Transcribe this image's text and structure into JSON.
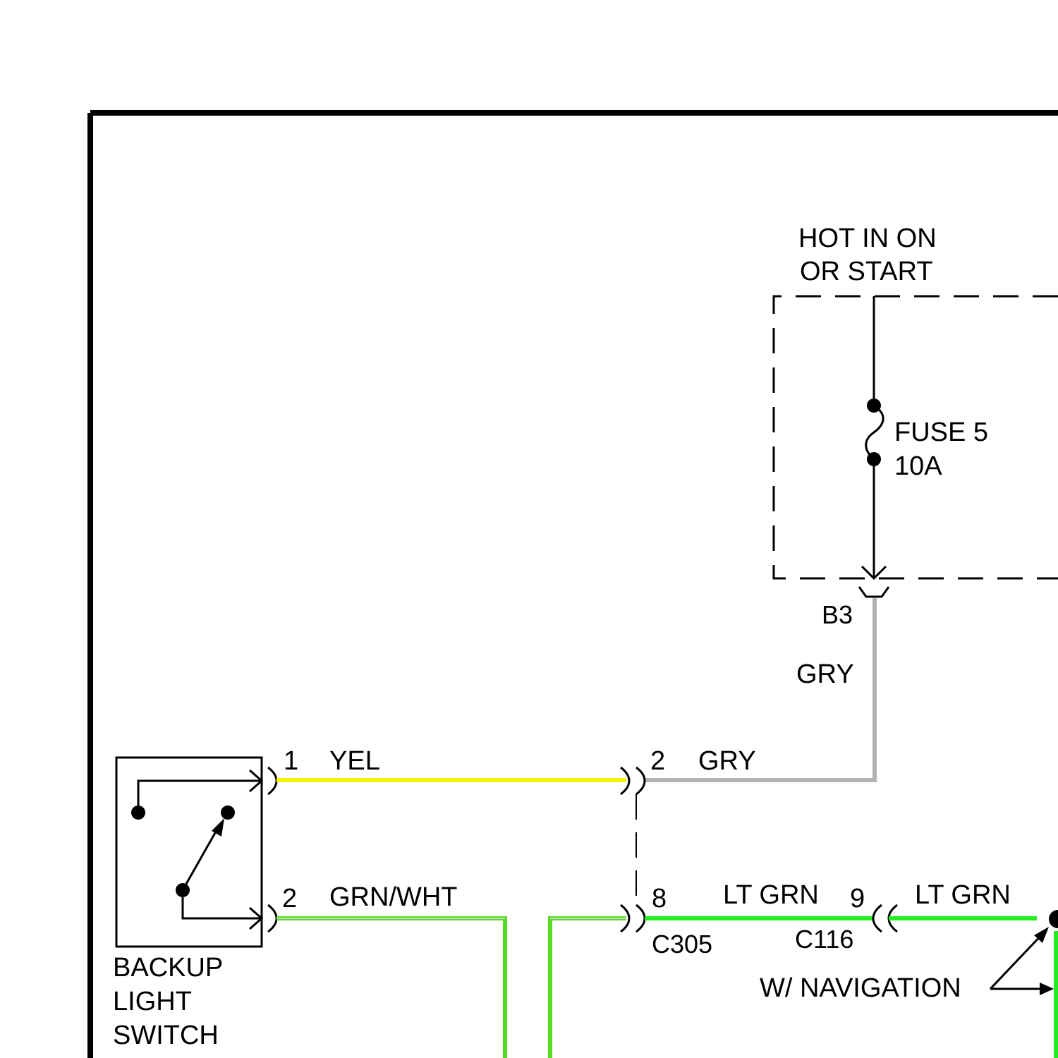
{
  "labels": {
    "power_source_line1": "HOT IN ON",
    "power_source_line2": "OR START",
    "fuse_name": "FUSE 5",
    "fuse_rating": "10A",
    "connector_b3": "B3",
    "wire_gry_vertical": "GRY",
    "switch_pin1": "1",
    "wire_yel": "YEL",
    "c305_pin2": "2",
    "wire_gry_horizontal": "GRY",
    "switch_pin2": "2",
    "wire_grn_wht": "GRN/WHT",
    "c305_pin8": "8",
    "wire_lt_grn_1": "LT GRN",
    "c116_pin9": "9",
    "wire_lt_grn_2": "LT GRN",
    "connector_c305": "C305",
    "connector_c116": "C116",
    "option_note": "W/ NAVIGATION",
    "switch_name_line1": "BACKUP",
    "switch_name_line2": "LIGHT",
    "switch_name_line3": "SWITCH"
  },
  "colors": {
    "frame": "#000000",
    "wire_yel": "#f5f500",
    "wire_gry": "#b3b3b3",
    "wire_grn": "#55dd22",
    "wire_lt_grn": "#22ee22"
  }
}
